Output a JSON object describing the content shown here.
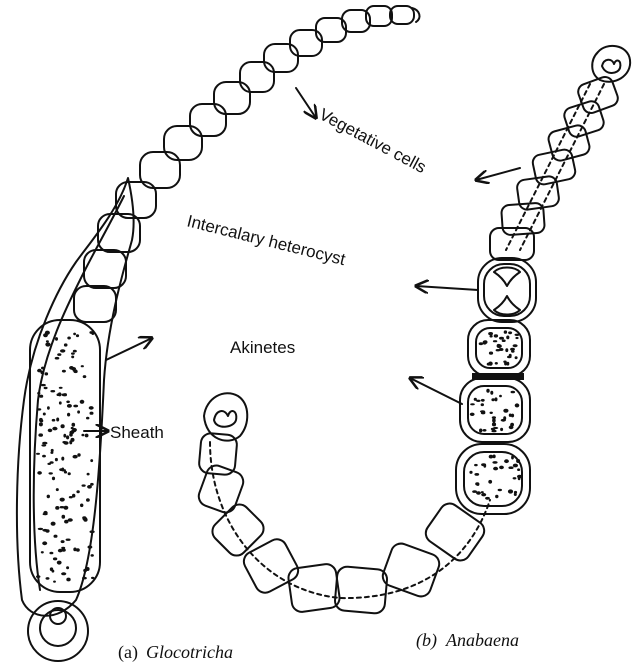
{
  "labels": {
    "vegetative_cells": "Vegetative cells",
    "intercalary_heterocyst": "Intercalary heterocyst",
    "akinetes": "Akinetes",
    "sheath": "Sheath"
  },
  "captions": {
    "a_letter": "(a)",
    "a_name": "Glocotricha",
    "b_letter": "(b)",
    "b_name": "Anabaena"
  }
}
